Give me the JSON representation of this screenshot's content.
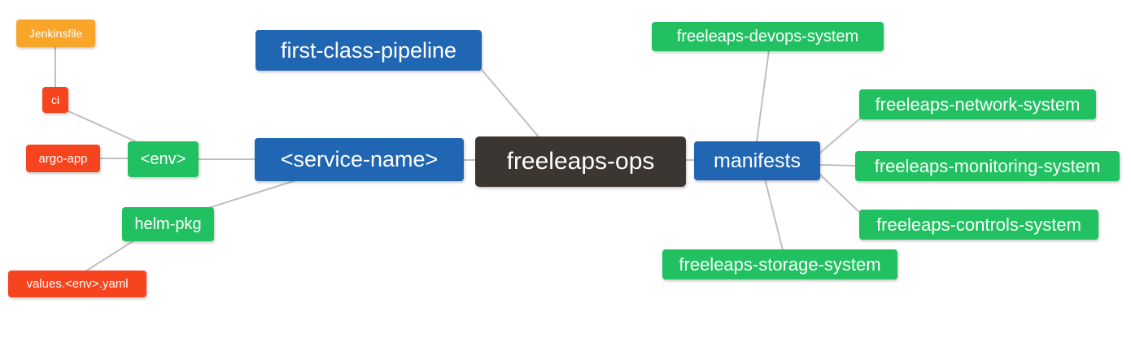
{
  "diagram": {
    "type": "mindmap",
    "title": "freeleaps-ops",
    "background": "#ffffff",
    "edge_color": "#bfbfbf",
    "palette": {
      "root": "#3b3632",
      "blue": "#2066b3",
      "green": "#21c161",
      "orange": "#f9a52a",
      "red": "#f6441e",
      "text": "#ffffff"
    }
  },
  "nodes": {
    "root": {
      "label": "freeleaps-ops",
      "color": "#3b3632"
    },
    "first_class_pipeline": {
      "label": "first-class-pipeline",
      "color": "#2066b3"
    },
    "service_name": {
      "label": "<service-name>",
      "color": "#2066b3"
    },
    "manifests": {
      "label": "manifests",
      "color": "#2066b3"
    },
    "env": {
      "label": "<env>",
      "color": "#21c161"
    },
    "helm_pkg": {
      "label": "helm-pkg",
      "color": "#21c161"
    },
    "jenkinsfile": {
      "label": "Jenkinsfile",
      "color": "#f9a52a"
    },
    "ci": {
      "label": "ci",
      "color": "#f6441e"
    },
    "argo_app": {
      "label": "argo-app",
      "color": "#f6441e"
    },
    "values_yaml": {
      "label": "values.<env>.yaml",
      "color": "#f6441e"
    },
    "devops_system": {
      "label": "freeleaps-devops-system",
      "color": "#21c161"
    },
    "network_system": {
      "label": "freeleaps-network-system",
      "color": "#21c161"
    },
    "monitoring_system": {
      "label": "freeleaps-monitoring-system",
      "color": "#21c161"
    },
    "controls_system": {
      "label": "freeleaps-controls-system",
      "color": "#21c161"
    },
    "storage_system": {
      "label": "freeleaps-storage-system",
      "color": "#21c161"
    }
  },
  "edges": [
    {
      "from": "root",
      "to": "service_name"
    },
    {
      "from": "root",
      "to": "first_class_pipeline"
    },
    {
      "from": "root",
      "to": "manifests"
    },
    {
      "from": "service_name",
      "to": "env"
    },
    {
      "from": "service_name",
      "to": "helm_pkg"
    },
    {
      "from": "env",
      "to": "argo_app"
    },
    {
      "from": "env",
      "to": "ci"
    },
    {
      "from": "ci",
      "to": "jenkinsfile"
    },
    {
      "from": "helm_pkg",
      "to": "values_yaml"
    },
    {
      "from": "manifests",
      "to": "devops_system"
    },
    {
      "from": "manifests",
      "to": "network_system"
    },
    {
      "from": "manifests",
      "to": "monitoring_system"
    },
    {
      "from": "manifests",
      "to": "controls_system"
    },
    {
      "from": "manifests",
      "to": "storage_system"
    }
  ]
}
